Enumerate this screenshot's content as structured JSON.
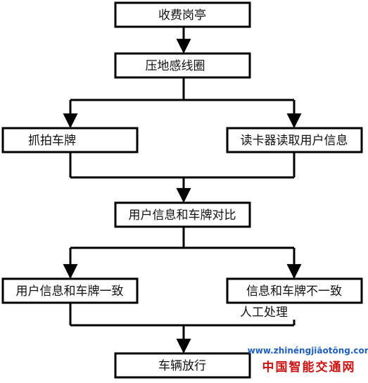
{
  "nodes": {
    "toll_booth": "收费岗亭",
    "loop_detector": "压地感线圈",
    "capture_plate": "抓拍车牌",
    "card_reader": "读卡器读取用户信息",
    "compare": "用户信息和车牌对比",
    "match": "用户信息和车牌一致",
    "mismatch": "信息和车牌不一致",
    "release": "车辆放行"
  },
  "notes": {
    "manual": "人工处理"
  },
  "watermark": {
    "url": "www.zhinéngjiāotōng.com",
    "name": "中国智能交通网",
    "url_color": "#1f5fbf",
    "name_color": "#cc1111"
  }
}
